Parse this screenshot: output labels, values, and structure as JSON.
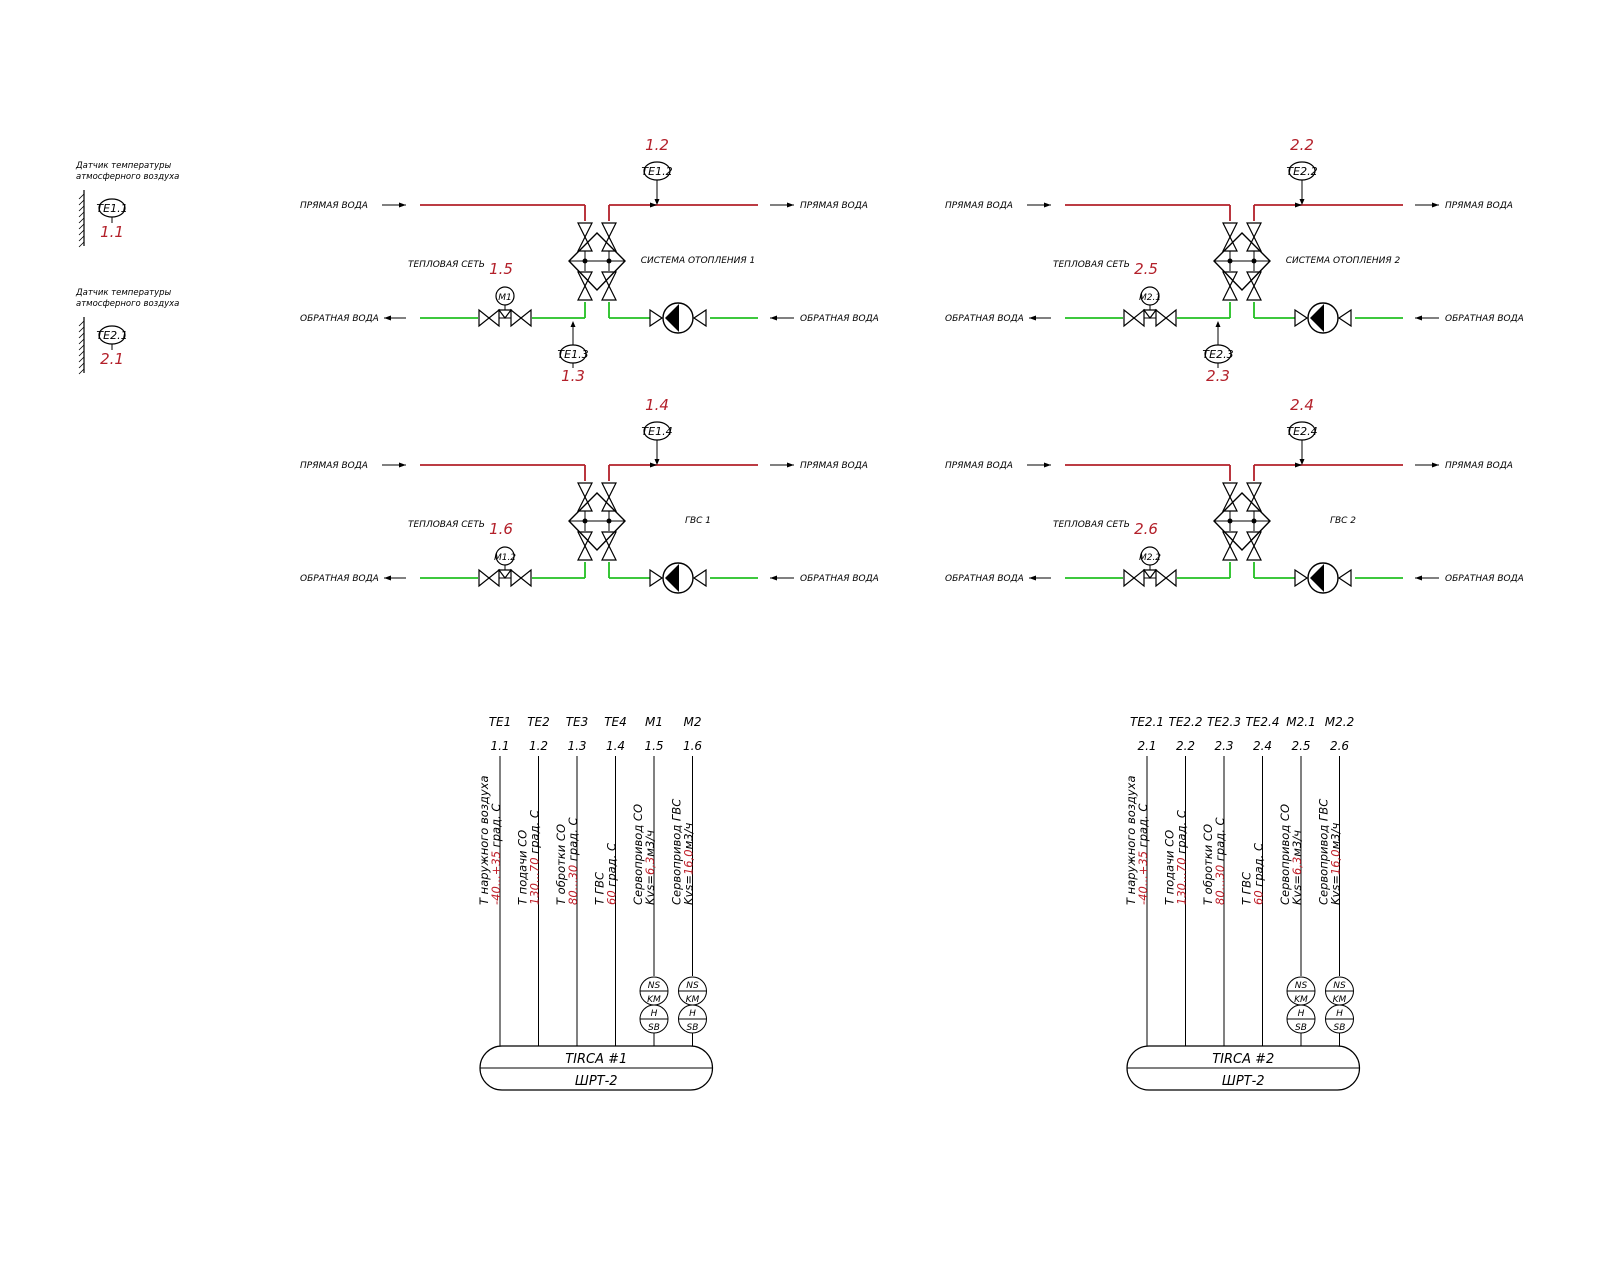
{
  "colors": {
    "supply": "#b3202a",
    "return": "#22c022",
    "value_red": "#c0202a",
    "ink": "#000000"
  },
  "outdoor_sensors": [
    {
      "title_line1": "Датчик температуры",
      "title_line2": "атмосферного воздуха",
      "tag": "TE1.1",
      "number": "1.1"
    },
    {
      "title_line1": "Датчик температуры",
      "title_line2": "атмосферного воздуха",
      "tag": "TE2.1",
      "number": "2.1"
    }
  ],
  "schemes": [
    {
      "id": "heat1",
      "supply_in": "ПРЯМАЯ ВОДА",
      "supply_out": "ПРЯМАЯ ВОДА",
      "return_out": "ОБРАТНАЯ ВОДА",
      "return_in": "ОБРАТНАЯ ВОДА",
      "network": "ТЕПЛОВАЯ СЕТЬ",
      "system": "СИСТЕМА ОТОПЛЕНИЯ 1",
      "top_tag": "TE1.2",
      "top_no": "1.2",
      "valve_tag": "M1",
      "valve_no": "1.5",
      "bottom_tag": "TE1.3",
      "bottom_no": "1.3"
    },
    {
      "id": "heat2",
      "supply_in": "ПРЯМАЯ ВОДА",
      "supply_out": "ПРЯМАЯ ВОДА",
      "return_out": "ОБРАТНАЯ ВОДА",
      "return_in": "ОБРАТНАЯ ВОДА",
      "network": "ТЕПЛОВАЯ СЕТЬ",
      "system": "СИСТЕМА ОТОПЛЕНИЯ 2",
      "top_tag": "TE2.2",
      "top_no": "2.2",
      "valve_tag": "M2.1",
      "valve_no": "2.5",
      "bottom_tag": "TE2.3",
      "bottom_no": "2.3"
    },
    {
      "id": "dhw1",
      "supply_in": "ПРЯМАЯ ВОДА",
      "supply_out": "ПРЯМАЯ ВОДА",
      "return_out": "ОБРАТНАЯ ВОДА",
      "return_in": "ОБРАТНАЯ ВОДА",
      "network": "ТЕПЛОВАЯ СЕТЬ",
      "system": "ГВС 1",
      "top_tag": "TE1.4",
      "top_no": "1.4",
      "valve_tag": "M1.2",
      "valve_no": "1.6",
      "bottom_tag": "",
      "bottom_no": ""
    },
    {
      "id": "dhw2",
      "supply_in": "ПРЯМАЯ ВОДА",
      "supply_out": "ПРЯМАЯ ВОДА",
      "return_out": "ОБРАТНАЯ ВОДА",
      "return_in": "ОБРАТНАЯ ВОДА",
      "network": "ТЕПЛОВАЯ СЕТЬ",
      "system": "ГВС 2",
      "top_tag": "TE2.4",
      "top_no": "2.4",
      "valve_tag": "M2.2",
      "valve_no": "2.6",
      "bottom_tag": "",
      "bottom_no": ""
    }
  ],
  "schedules": [
    {
      "cabinet": "TIRCA #1",
      "panel": "ШРТ-2",
      "columns": [
        {
          "tag": "TE1",
          "no": "1.1",
          "lines": [
            [
              {
                "t": "Т наружного воздуха"
              }
            ],
            [
              {
                "t": "-40...+35",
                "red": true
              },
              {
                "t": " град. С"
              }
            ]
          ]
        },
        {
          "tag": "TE2",
          "no": "1.2",
          "lines": [
            [
              {
                "t": "Т подачи СО"
              }
            ],
            [
              {
                "t": "130...70",
                "red": true
              },
              {
                "t": " град. С"
              }
            ]
          ]
        },
        {
          "tag": "TE3",
          "no": "1.3",
          "lines": [
            [
              {
                "t": "Т обротки СО"
              }
            ],
            [
              {
                "t": "80...30",
                "red": true
              },
              {
                "t": " град. С"
              }
            ]
          ]
        },
        {
          "tag": "TE4",
          "no": "1.4",
          "lines": [
            [
              {
                "t": "Т ГВС"
              }
            ],
            [
              {
                "t": "60",
                "red": true
              },
              {
                "t": " град. С"
              }
            ]
          ]
        },
        {
          "tag": "M1",
          "no": "1.5",
          "lines": [
            [
              {
                "t": "Сервопривод СО"
              }
            ],
            [
              {
                "t": "Kvs="
              },
              {
                "t": "6,3",
                "red": true
              },
              {
                "t": "м3/ч"
              }
            ]
          ],
          "boxes": true
        },
        {
          "tag": "M2",
          "no": "1.6",
          "lines": [
            [
              {
                "t": "Сервопривод ГВС"
              }
            ],
            [
              {
                "t": "Kvs="
              },
              {
                "t": "16,0",
                "red": true
              },
              {
                "t": "м3/ч"
              }
            ]
          ],
          "boxes": true
        }
      ]
    },
    {
      "cabinet": "TIRCA #2",
      "panel": "ШРТ-2",
      "columns": [
        {
          "tag": "TE2.1",
          "no": "2.1",
          "lines": [
            [
              {
                "t": "Т наружного воздуха"
              }
            ],
            [
              {
                "t": "-40...+35",
                "red": true
              },
              {
                "t": " град. С"
              }
            ]
          ]
        },
        {
          "tag": "TE2.2",
          "no": "2.2",
          "lines": [
            [
              {
                "t": "Т подачи СО"
              }
            ],
            [
              {
                "t": "130...70",
                "red": true
              },
              {
                "t": " град. С"
              }
            ]
          ]
        },
        {
          "tag": "TE2.3",
          "no": "2.3",
          "lines": [
            [
              {
                "t": "Т обротки СО"
              }
            ],
            [
              {
                "t": "80...30",
                "red": true
              },
              {
                "t": " град. С"
              }
            ]
          ]
        },
        {
          "tag": "TE2.4",
          "no": "2.4",
          "lines": [
            [
              {
                "t": "Т ГВС"
              }
            ],
            [
              {
                "t": "60",
                "red": true
              },
              {
                "t": " град. С"
              }
            ]
          ]
        },
        {
          "tag": "M2.1",
          "no": "2.5",
          "lines": [
            [
              {
                "t": "Сервопривод СО"
              }
            ],
            [
              {
                "t": "Kvs="
              },
              {
                "t": "6,3",
                "red": true
              },
              {
                "t": "м3/ч"
              }
            ]
          ],
          "boxes": true
        },
        {
          "tag": "M2.2",
          "no": "2.6",
          "lines": [
            [
              {
                "t": "Сервопривод ГВС"
              }
            ],
            [
              {
                "t": "Kvs="
              },
              {
                "t": "16,0",
                "red": true
              },
              {
                "t": "м3/ч"
              }
            ]
          ],
          "boxes": true
        }
      ]
    }
  ],
  "device_box": {
    "top_a": "NS",
    "top_b": "KM",
    "bot_a": "H",
    "bot_b": "SB"
  }
}
